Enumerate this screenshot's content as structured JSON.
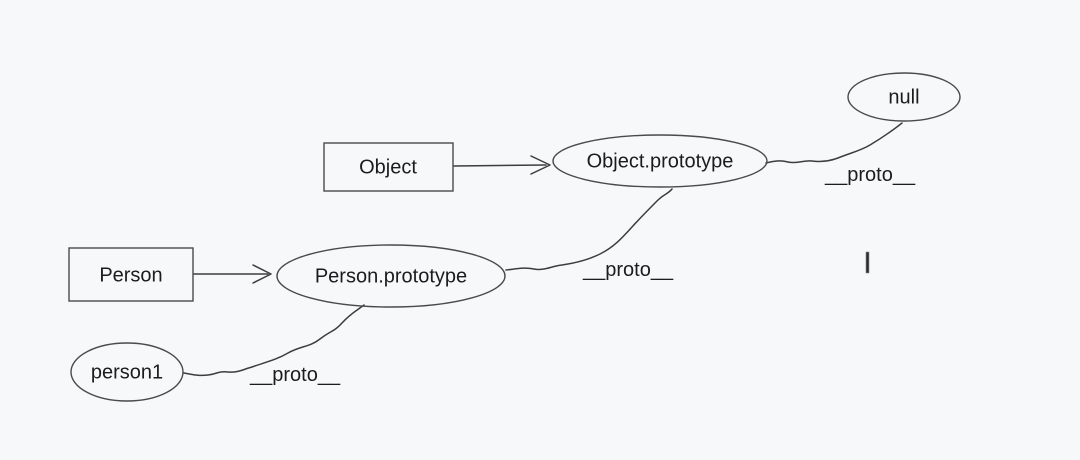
{
  "diagram": {
    "background_color": "#f7f8fa",
    "stroke_color": "#3d3d3d",
    "text_color": "#1c1c1c",
    "nodes": {
      "object_constructor": {
        "label": "Object",
        "shape": "rectangle"
      },
      "object_prototype": {
        "label": "Object.prototype",
        "shape": "ellipse"
      },
      "null_node": {
        "label": "null",
        "shape": "ellipse"
      },
      "person_constructor": {
        "label": "Person",
        "shape": "rectangle"
      },
      "person_prototype": {
        "label": "Person.prototype",
        "shape": "ellipse"
      },
      "person1_instance": {
        "label": "person1",
        "shape": "ellipse"
      }
    },
    "edges": {
      "object_to_object_prototype": {
        "from": "Object",
        "to": "Object.prototype",
        "style": "straight-arrow",
        "label": ""
      },
      "person_to_person_prototype": {
        "from": "Person",
        "to": "Person.prototype",
        "style": "straight-arrow",
        "label": ""
      },
      "person1_to_person_prototype": {
        "from": "person1",
        "to": "Person.prototype",
        "style": "hand-drawn-curve",
        "label": "__proto__"
      },
      "person_prototype_to_object_prototype": {
        "from": "Person.prototype",
        "to": "Object.prototype",
        "style": "hand-drawn-curve",
        "label": "__proto__"
      },
      "object_prototype_to_null": {
        "from": "Object.prototype",
        "to": "null",
        "style": "hand-drawn-curve",
        "label": "__proto__"
      }
    },
    "artifacts": {
      "text_caret": {
        "description": "vertical text cursor bar",
        "visible": true
      }
    }
  }
}
